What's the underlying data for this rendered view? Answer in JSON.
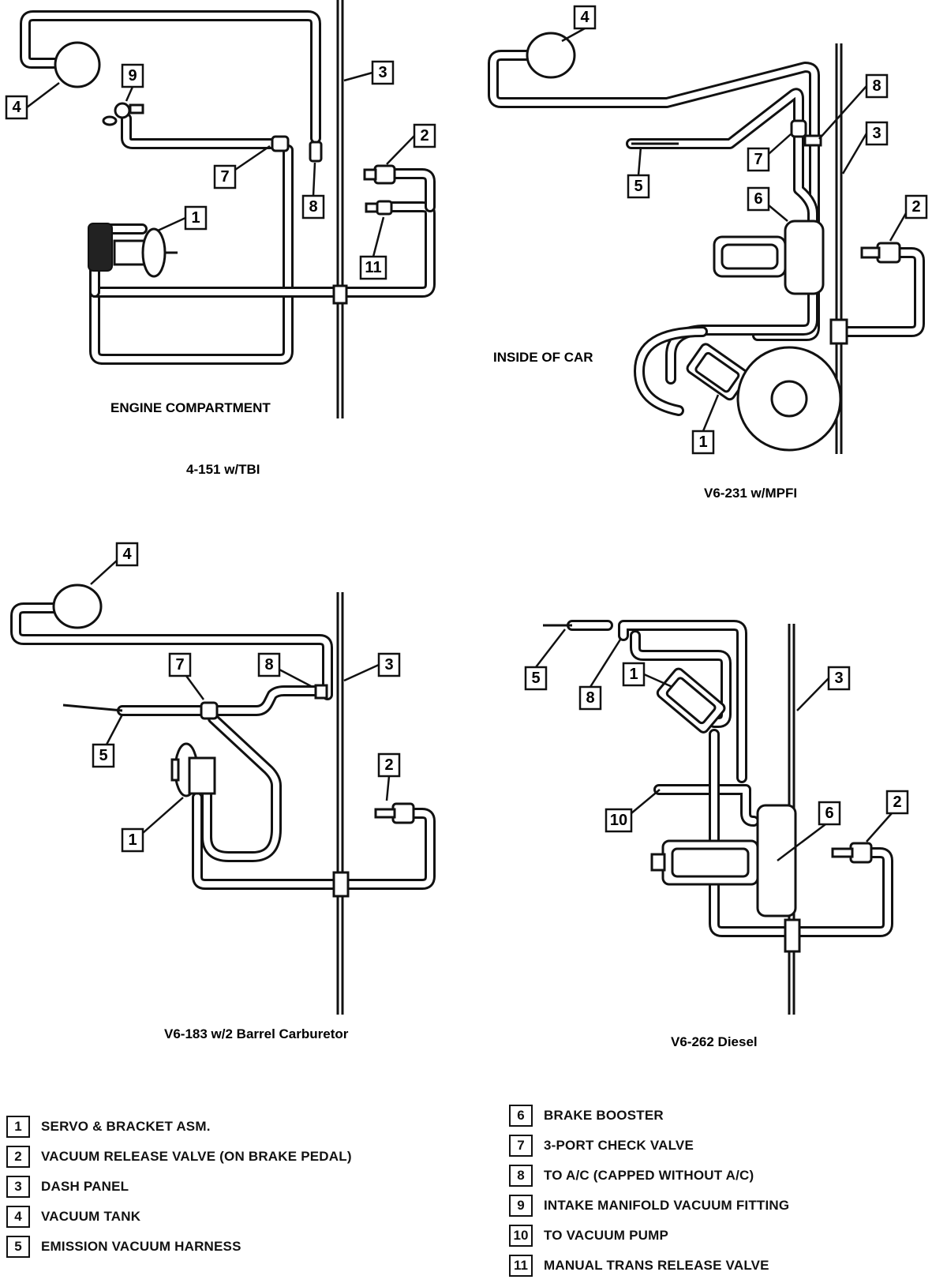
{
  "panels": {
    "p1": {
      "title": "4-151 w/TBI",
      "area_label": "ENGINE COMPARTMENT"
    },
    "p2": {
      "title": "V6-231 w/MPFI",
      "area_label": "INSIDE OF CAR"
    },
    "p3": {
      "title": "V6-183 w/2 Barrel Carburetor"
    },
    "p4": {
      "title": "V6-262 Diesel"
    }
  },
  "callouts": {
    "n1": "1",
    "n2": "2",
    "n3": "3",
    "n4": "4",
    "n5": "5",
    "n6": "6",
    "n7": "7",
    "n8": "8",
    "n9": "9",
    "n10": "10",
    "n11": "11"
  },
  "legend": {
    "left": [
      {
        "num": "1",
        "text": "SERVO & BRACKET ASM."
      },
      {
        "num": "2",
        "text": "VACUUM RELEASE VALVE (ON BRAKE PEDAL)"
      },
      {
        "num": "3",
        "text": "DASH PANEL"
      },
      {
        "num": "4",
        "text": "VACUUM TANK"
      },
      {
        "num": "5",
        "text": "EMISSION VACUUM HARNESS"
      }
    ],
    "right": [
      {
        "num": "6",
        "text": "BRAKE BOOSTER"
      },
      {
        "num": "7",
        "text": "3-PORT CHECK VALVE"
      },
      {
        "num": "8",
        "text": "TO A/C (CAPPED WITHOUT A/C)"
      },
      {
        "num": "9",
        "text": "INTAKE MANIFOLD VACUUM FITTING"
      },
      {
        "num": "10",
        "text": "TO VACUUM PUMP"
      },
      {
        "num": "11",
        "text": "MANUAL TRANS RELEASE VALVE"
      }
    ]
  }
}
